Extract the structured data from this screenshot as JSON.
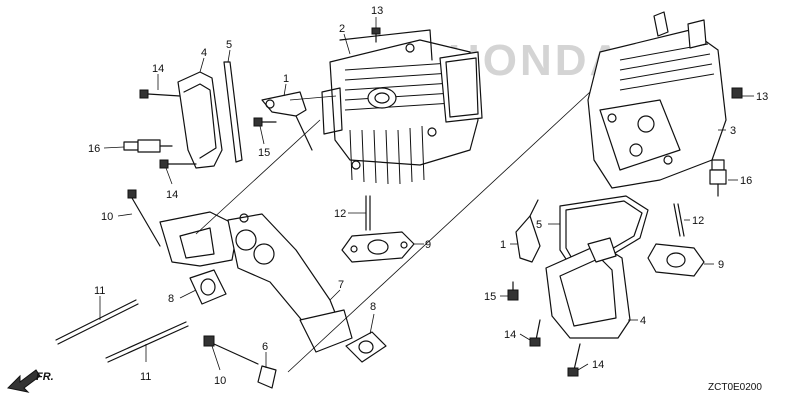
{
  "watermark": "HONDA",
  "diagram_code": "ZCT0E0200",
  "front_marker": "FR.",
  "callouts": [
    {
      "id": "c13a",
      "label": "13"
    },
    {
      "id": "c2",
      "label": "2"
    },
    {
      "id": "c4a",
      "label": "4"
    },
    {
      "id": "c5a",
      "label": "5"
    },
    {
      "id": "c14a",
      "label": "14"
    },
    {
      "id": "c1a",
      "label": "1"
    },
    {
      "id": "c16a",
      "label": "16"
    },
    {
      "id": "c15a",
      "label": "15"
    },
    {
      "id": "c14b",
      "label": "14"
    },
    {
      "id": "c10a",
      "label": "10"
    },
    {
      "id": "c12a",
      "label": "12"
    },
    {
      "id": "c9a",
      "label": "9"
    },
    {
      "id": "c11a",
      "label": "11"
    },
    {
      "id": "c8a",
      "label": "8"
    },
    {
      "id": "c7",
      "label": "7"
    },
    {
      "id": "c8b",
      "label": "8"
    },
    {
      "id": "c11b",
      "label": "11"
    },
    {
      "id": "c10b",
      "label": "10"
    },
    {
      "id": "c6",
      "label": "6"
    },
    {
      "id": "c13b",
      "label": "13"
    },
    {
      "id": "c3",
      "label": "3"
    },
    {
      "id": "c16b",
      "label": "16"
    },
    {
      "id": "c5b",
      "label": "5"
    },
    {
      "id": "c12b",
      "label": "12"
    },
    {
      "id": "c1b",
      "label": "1"
    },
    {
      "id": "c9b",
      "label": "9"
    },
    {
      "id": "c15b",
      "label": "15"
    },
    {
      "id": "c4b",
      "label": "4"
    },
    {
      "id": "c14c",
      "label": "14"
    },
    {
      "id": "c14d",
      "label": "14"
    }
  ]
}
